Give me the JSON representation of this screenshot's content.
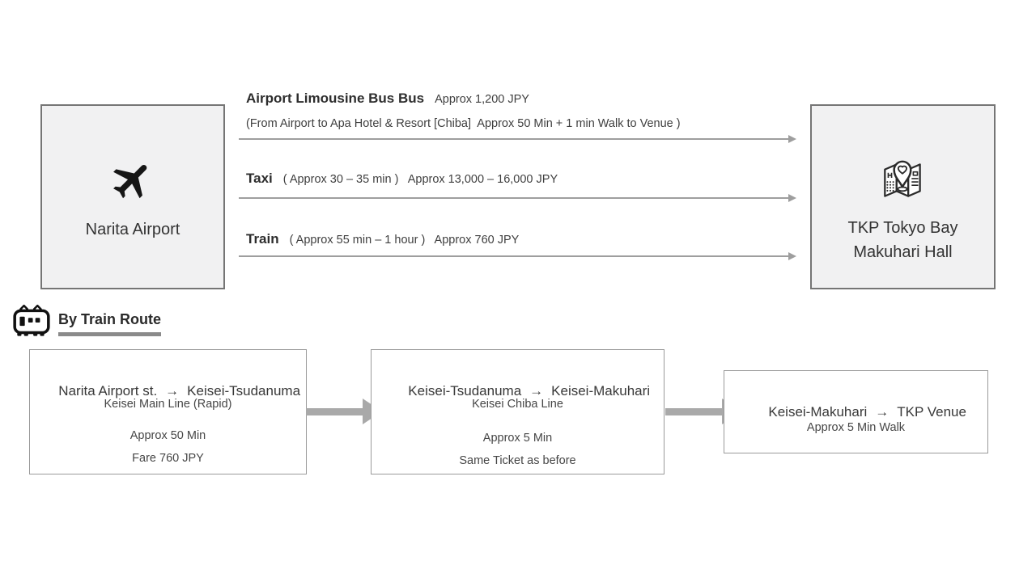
{
  "colors": {
    "endpoint_fill": "#f1f1f2",
    "endpoint_border": "#757575",
    "step_border": "#9a9a9a",
    "thin_arrow": "#9e9e9e",
    "thick_arrow": "#a9a9a9",
    "text_dark": "#2d2d2d",
    "underline": "#8a8a8a"
  },
  "icons": {
    "arrow_right": "→"
  },
  "origin": {
    "label": "Narita Airport"
  },
  "destination": {
    "label_line1": "TKP Tokyo Bay",
    "label_line2": "Makuhari Hall"
  },
  "routes": [
    {
      "name": "Airport Limousine Bus Bus",
      "detail": "Approx 1,200 JPY",
      "note": "(From Airport to Apa Hotel & Resort [Chiba]  Approx 50 Min + 1 min Walk to Venue )"
    },
    {
      "name": "Taxi",
      "detail": "( Approx 30 – 35 min )   Approx 13,000 – 16,000 JPY",
      "note": ""
    },
    {
      "name": "Train",
      "detail": "( Approx 55 min – 1 hour )   Approx 760 JPY",
      "note": ""
    }
  ],
  "train_route": {
    "heading": "By Train Route",
    "steps": [
      {
        "from": "Narita Airport st.",
        "to": "Keisei-Tsudanuma",
        "line": "Keisei Main Line (Rapid)",
        "duration": "Approx 50 Min",
        "note": "Fare 760 JPY"
      },
      {
        "from": "Keisei-Tsudanuma",
        "to": "Keisei-Makuhari",
        "line": "Keisei Chiba Line",
        "duration": "Approx 5 Min",
        "note": "Same Ticket as before"
      },
      {
        "from": "Keisei-Makuhari",
        "to": "TKP Venue",
        "line": "Approx 5 Min Walk",
        "duration": "",
        "note": ""
      }
    ]
  }
}
